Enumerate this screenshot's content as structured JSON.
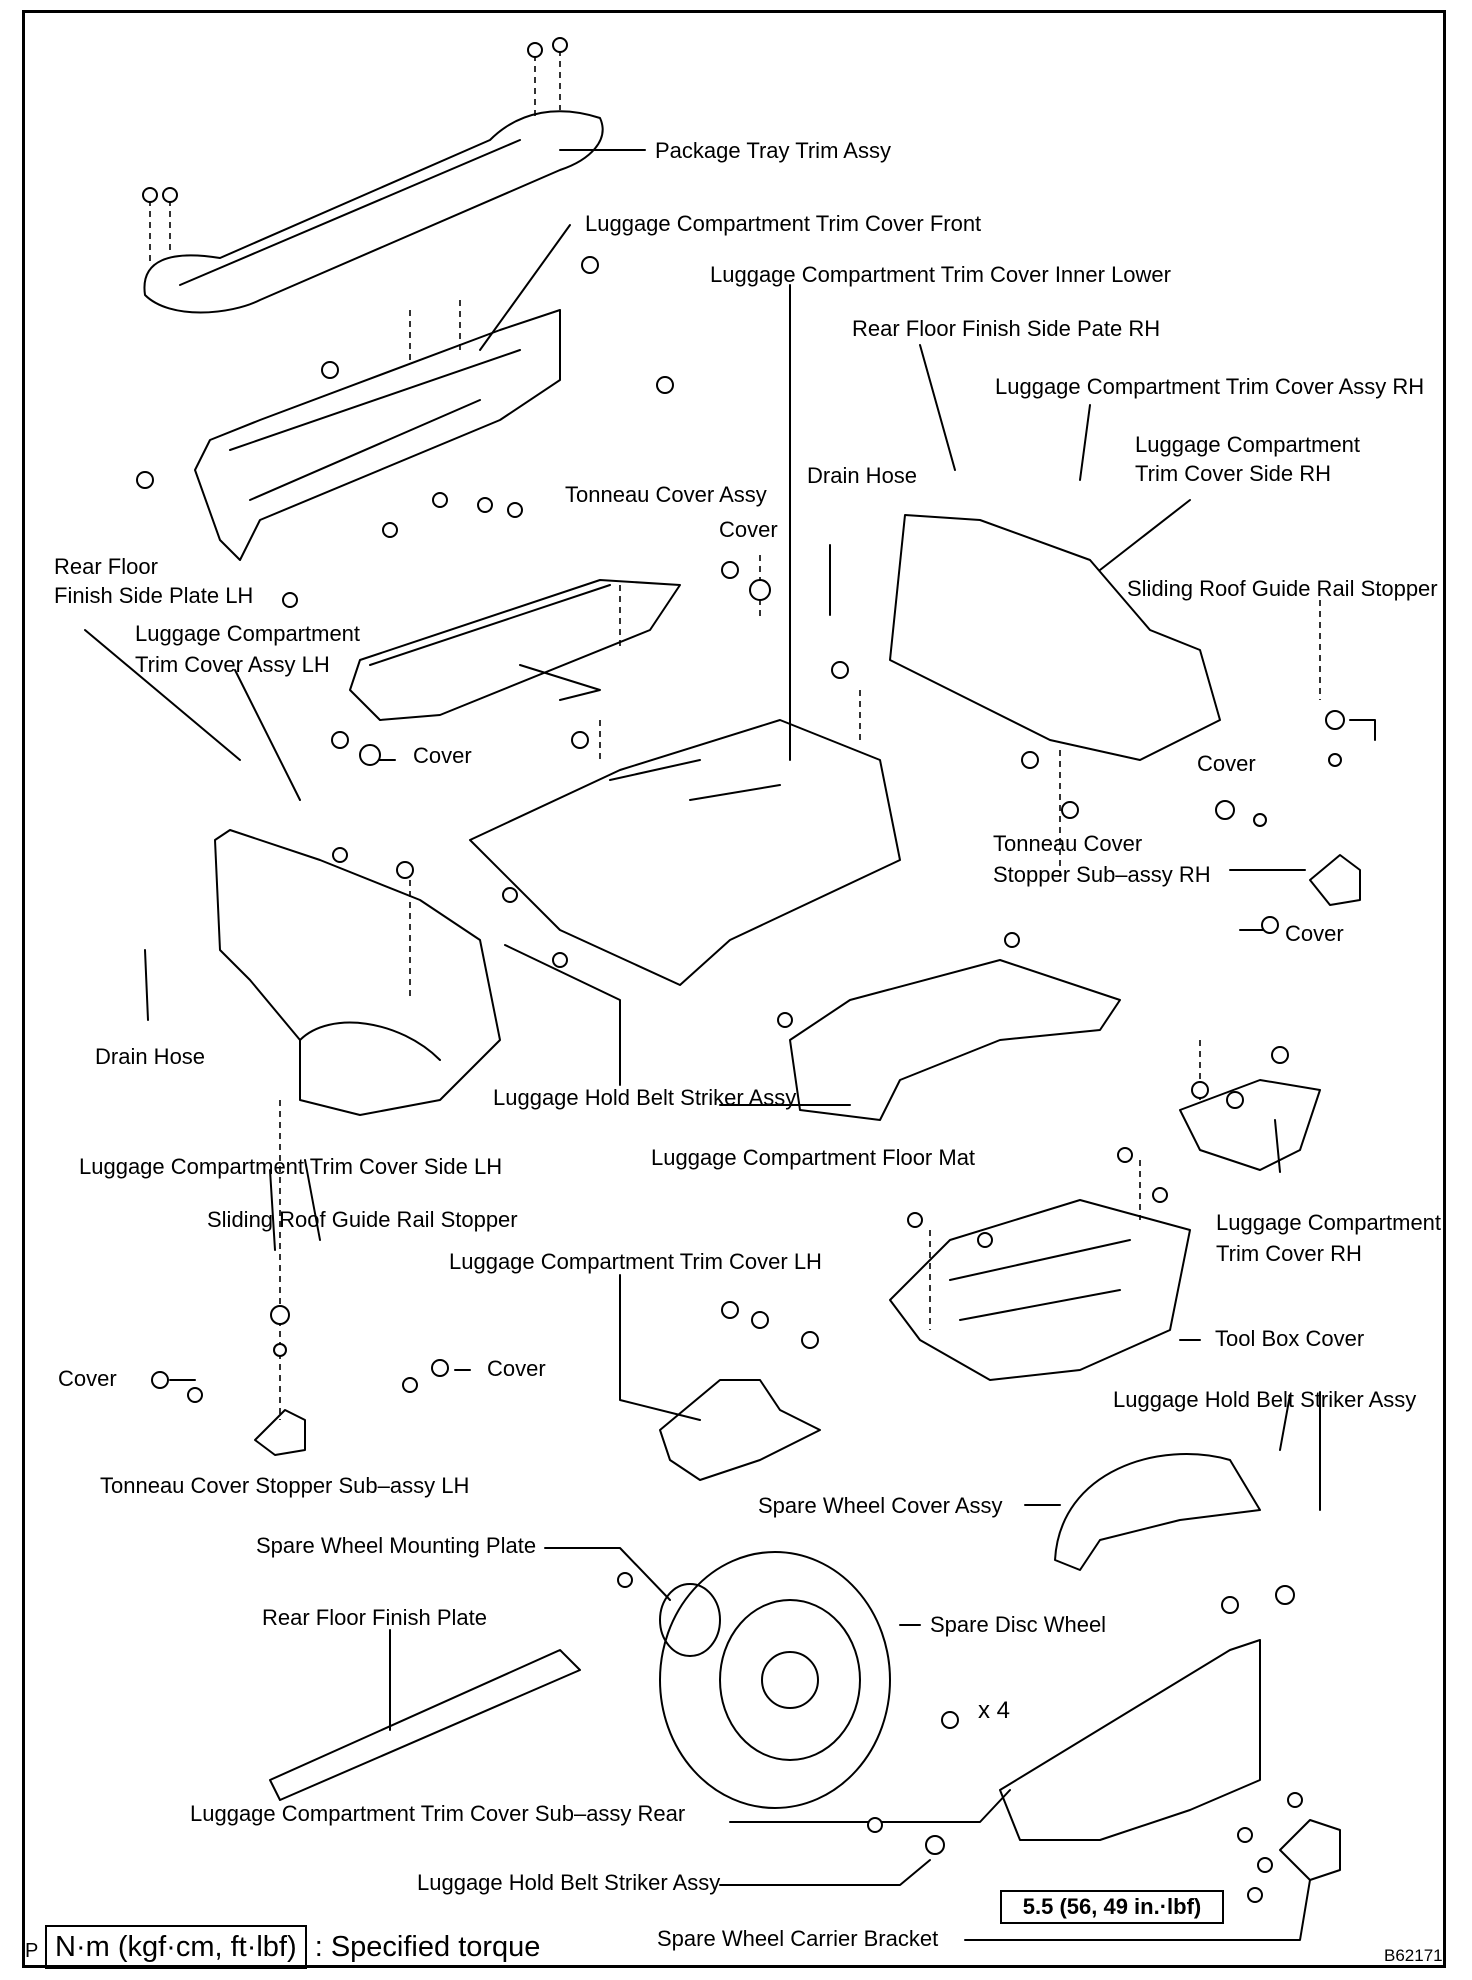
{
  "labels": {
    "package_tray_trim_assy": "Package Tray Trim Assy",
    "trim_cover_front": "Luggage Compartment Trim Cover Front",
    "trim_cover_inner_lower": "Luggage Compartment Trim Cover Inner Lower",
    "rear_floor_finish_side_pate_rh": "Rear Floor Finish Side Pate RH",
    "trim_cover_assy_rh": "Luggage Compartment Trim Cover Assy RH",
    "trim_cover_side_rh_line1": "Luggage Compartment",
    "trim_cover_side_rh_line2": "Trim Cover Side RH",
    "drain_hose_rh": "Drain Hose",
    "tonneau_cover_assy": "Tonneau Cover Assy",
    "cover_top": "Cover",
    "rear_floor_finish_side_plate_lh_line1": "Rear Floor",
    "rear_floor_finish_side_plate_lh_line2": "Finish Side Plate LH",
    "trim_cover_assy_lh_line1": "Luggage Compartment",
    "trim_cover_assy_lh_line2": "Trim Cover Assy LH",
    "sliding_roof_stopper_rh": "Sliding Roof Guide Rail Stopper",
    "cover_tonneau_lh": "Cover",
    "cover_rh_upper": "Cover",
    "tonneau_stopper_rh_line1": "Tonneau Cover",
    "tonneau_stopper_rh_line2": "Stopper Sub–assy RH",
    "cover_rh_lower": "Cover",
    "drain_hose_lh": "Drain Hose",
    "belt_striker_mid": "Luggage Hold Belt Striker Assy",
    "floor_mat": "Luggage  Compartment Floor Mat",
    "trim_cover_side_lh": "Luggage Compartment Trim Cover Side LH",
    "sliding_roof_stopper_lh": "Sliding Roof Guide Rail Stopper",
    "trim_cover_lh": "Luggage Compartment Trim Cover LH",
    "trim_cover_rh_line1": "Luggage Compartment",
    "trim_cover_rh_line2": "Trim Cover RH",
    "tool_box_cover": "Tool Box Cover",
    "cover_lh_left": "Cover",
    "cover_lh_right": "Cover",
    "belt_striker_right": "Luggage Hold Belt Striker Assy",
    "tonneau_stopper_lh": "Tonneau Cover Stopper Sub–assy LH",
    "spare_wheel_cover_assy": "Spare Wheel Cover Assy",
    "spare_wheel_mounting_plate": "Spare Wheel Mounting Plate",
    "rear_floor_finish_plate": "Rear Floor Finish Plate",
    "spare_disc_wheel": "Spare Disc Wheel",
    "trim_cover_sub_assy_rear": "Luggage Compartment Trim Cover Sub–assy Rear",
    "belt_striker_bottom": "Luggage Hold Belt Striker Assy",
    "spare_wheel_carrier_bracket": "Spare Wheel Carrier Bracket"
  },
  "quantity_mark": "x 4",
  "torque_value": "5.5 (56, 49 in.·lbf)",
  "legend": {
    "units": "N·m (kgf·cm, ft·lbf)",
    "text": ": Specified torque"
  },
  "corner_mark": "P",
  "figure_code": "B62171"
}
